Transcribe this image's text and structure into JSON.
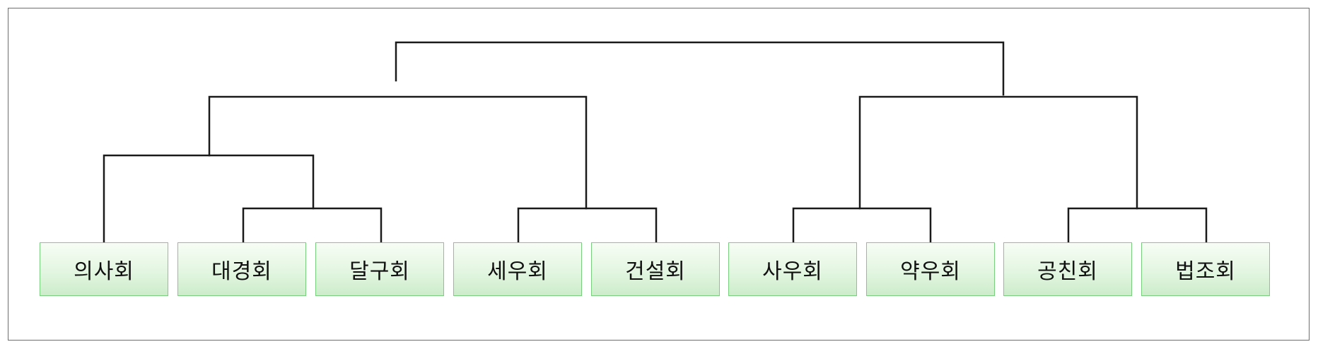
{
  "diagram": {
    "nodes": [
      "의사회",
      "대경회",
      "달구회",
      "세우회",
      "건설회",
      "사우회",
      "약우회",
      "공친회",
      "법조회"
    ],
    "line_color": "#1a1a1a",
    "node_border_color": "#79cf7d",
    "node_fill_color": "#e3f6e1"
  }
}
